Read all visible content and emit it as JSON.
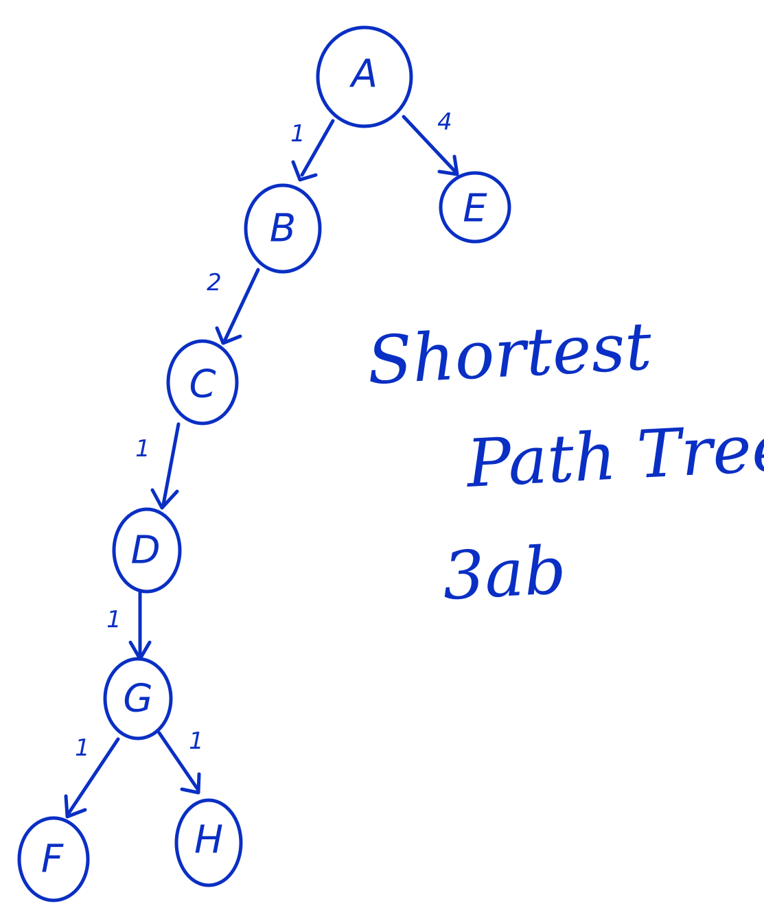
{
  "ink_color": "#0a2fc4",
  "nodes": {
    "A": {
      "label": "A"
    },
    "B": {
      "label": "B"
    },
    "C": {
      "label": "C"
    },
    "D": {
      "label": "D"
    },
    "E": {
      "label": "E"
    },
    "F": {
      "label": "F"
    },
    "G": {
      "label": "G"
    },
    "H": {
      "label": "H"
    }
  },
  "edges": {
    "A_B": {
      "from": "A",
      "to": "B",
      "weight": "1"
    },
    "A_E": {
      "from": "A",
      "to": "E",
      "weight": "4"
    },
    "B_C": {
      "from": "B",
      "to": "C",
      "weight": "2"
    },
    "C_D": {
      "from": "C",
      "to": "D",
      "weight": "1"
    },
    "D_G": {
      "from": "D",
      "to": "G",
      "weight": "1"
    },
    "G_F": {
      "from": "G",
      "to": "F",
      "weight": "1"
    },
    "G_H": {
      "from": "G",
      "to": "H",
      "weight": "1"
    }
  },
  "title": {
    "line1": "Shortest",
    "line2": "Path Tree",
    "line3": "3ab"
  }
}
